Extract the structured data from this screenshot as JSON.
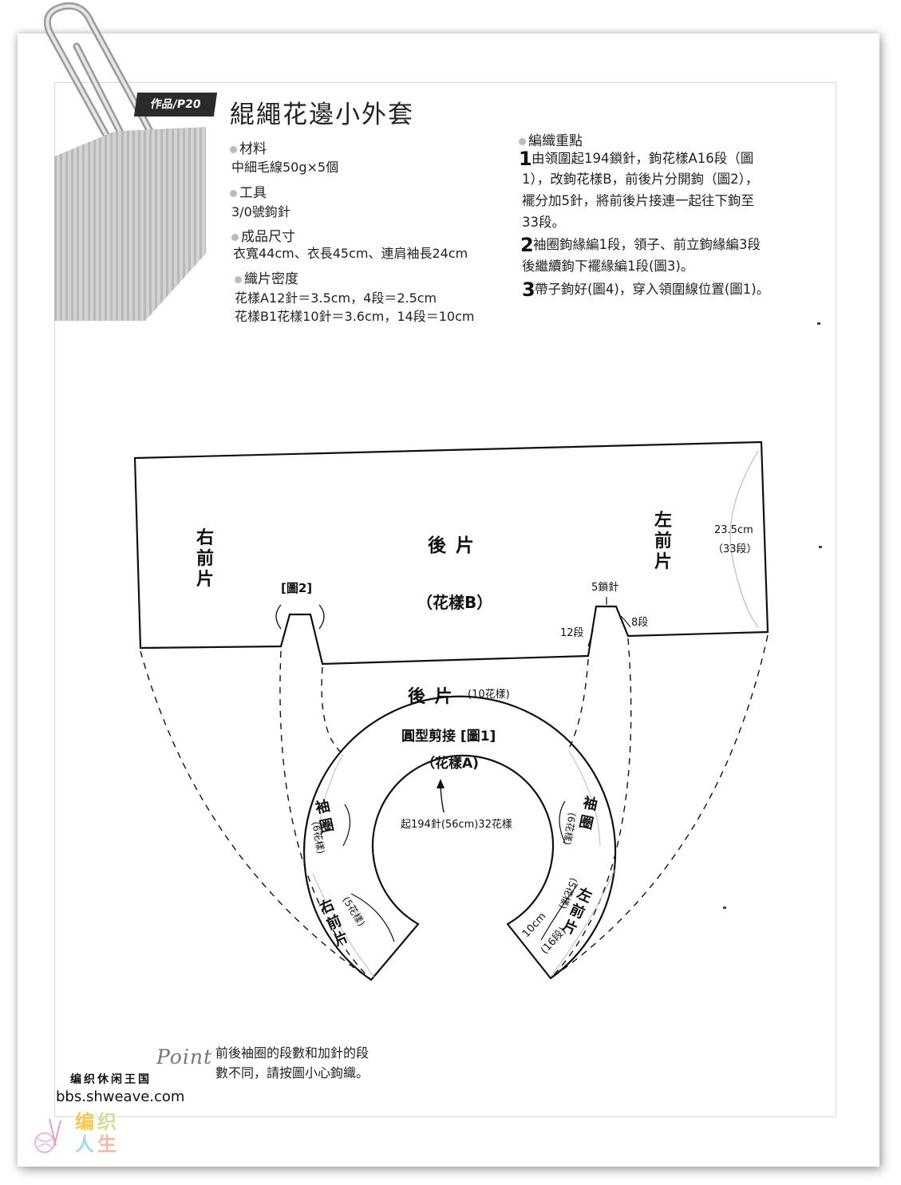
{
  "header": {
    "tag": "作品/P20",
    "title": "緄繩花邊小外套"
  },
  "specs": [
    {
      "heading": "材料",
      "lines": [
        "中細毛線50g×5個"
      ]
    },
    {
      "heading": "工具",
      "lines": [
        "3/0號鉤針"
      ]
    },
    {
      "heading": "成品尺寸",
      "lines": [
        "衣寬44cm、衣長45cm、連肩袖長24cm"
      ]
    },
    {
      "heading": "織片密度",
      "lines": [
        "花樣A12針＝3.5cm，4段＝2.5cm",
        "花樣B1花樣10針＝3.6cm，14段＝10cm"
      ]
    }
  ],
  "knitting_points": {
    "heading": "編織重點",
    "steps": [
      {
        "num": "1",
        "lines": [
          "由領圍起194鎖針，鉤花樣A16段（圖",
          "1），改鉤花樣B，前後片分開鉤（圖2），",
          "襬分加5針，將前後片接連一起往下鉤至",
          "33段。"
        ]
      },
      {
        "num": "2",
        "lines": [
          "袖圈鉤緣編1段，領子、前立鉤緣編3段",
          "後繼續鉤下襬緣編1段(圖3)。"
        ]
      },
      {
        "num": "3",
        "lines": [
          "帶子鉤好(圖4)，穿入領圍線位置(圖1)。"
        ]
      }
    ]
  },
  "diagram": {
    "right_front": [
      "右",
      "前",
      "片"
    ],
    "back": "後 片",
    "left_front": [
      "左",
      "前",
      "片"
    ],
    "pattern_b": "（花樣B）",
    "fig2": "[圖2]",
    "five_chain": "5鎖針",
    "twelve_rows": "12段",
    "eight_rows": "8段",
    "height_cm": "23.5cm",
    "height_rows": "（33段）",
    "yoke_back": "後 片",
    "yoke_back_count": "(10花樣)",
    "yoke_title": "圓型剪接 [圖1]",
    "pattern_a": "（花樣A)",
    "start_label": "起194針(56cm)32花樣",
    "sleeve_left": [
      "袖",
      "圈"
    ],
    "sleeve_left_count": "(6花樣)",
    "sleeve_right": [
      "袖",
      "圈"
    ],
    "sleeve_right_count": "(6花樣)",
    "rf_small": [
      "右",
      "前",
      "片"
    ],
    "rf_small_count": "(5花樣)",
    "lf_small": [
      "左",
      "前",
      "片"
    ],
    "lf_small_count": "(5花樣)",
    "left_cm": "10cm",
    "left_rows": "(16段)"
  },
  "point_note": {
    "word": "Point",
    "lines": [
      "前後袖圈的段數和加針的段",
      "數不同，請按圖小心鉤織。"
    ]
  },
  "watermark": {
    "cn": "编织休闲王国",
    "url": "bbs.shweave.com",
    "logo": [
      "编",
      "织",
      "人",
      "生"
    ]
  }
}
